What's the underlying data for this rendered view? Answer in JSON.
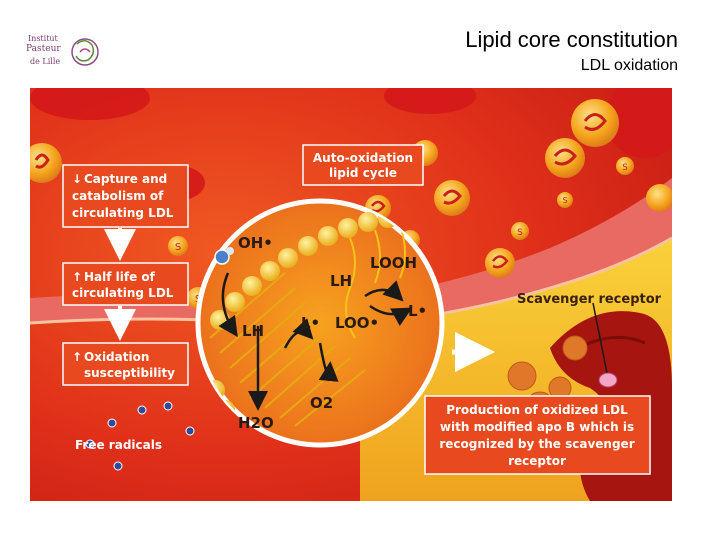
{
  "header": {
    "title": "Lipid core constitution",
    "subtitle": "LDL oxidation",
    "logo_lines": [
      "Institut",
      "Pasteur",
      "de Lille"
    ]
  },
  "figure": {
    "auto_oxidation": [
      "Auto-oxidation",
      "lipid cycle"
    ],
    "capture": [
      "Capture and",
      "catabolism of",
      "circulating LDL"
    ],
    "half_life": [
      "Half life of",
      "circulating LDL"
    ],
    "oxidation_suscept": [
      "Oxidation",
      "susceptibility"
    ],
    "free_radicals": "Free radicals",
    "scavenger": "Scavenger receptor",
    "production": [
      "Production of oxidized LDL",
      "with modified apo B which is",
      "recognized by the scavenger",
      "receptor"
    ],
    "chem": {
      "oh": "OH•",
      "looh": "LOOH",
      "lh_top": "LH",
      "l_right": "L•",
      "lh_bottom": "LH",
      "l_mid": "L•",
      "loo": "LOO•",
      "o2": "O2",
      "h2o": "H2O"
    },
    "colors": {
      "bg": "#e0301a",
      "box": "#e8491f",
      "ldl": "#f2a31a",
      "membrane": "#f5c21a"
    }
  }
}
